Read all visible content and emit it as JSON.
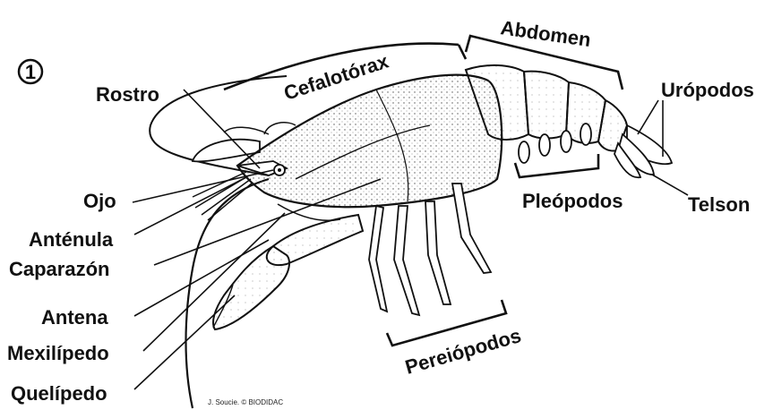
{
  "figure": {
    "number": "1",
    "credit": "J. Soucie. © BIODIDAC"
  },
  "labels": {
    "cefalotorax": "Cefalotórax",
    "abdomen": "Abdomen",
    "rostro": "Rostro",
    "uropodos": "Urópodos",
    "ojo": "Ojo",
    "telson": "Telson",
    "pleopodos": "Pleópodos",
    "antenula": "Anténula",
    "caparazon": "Caparazón",
    "antena": "Antena",
    "mexilipedo": "Mexilípedo",
    "quelipedo": "Quelípedo",
    "pereiopodos": "Pereiópodos"
  },
  "colors": {
    "ink": "#111111",
    "paper": "#ffffff",
    "shade": "#cfcfcf"
  }
}
